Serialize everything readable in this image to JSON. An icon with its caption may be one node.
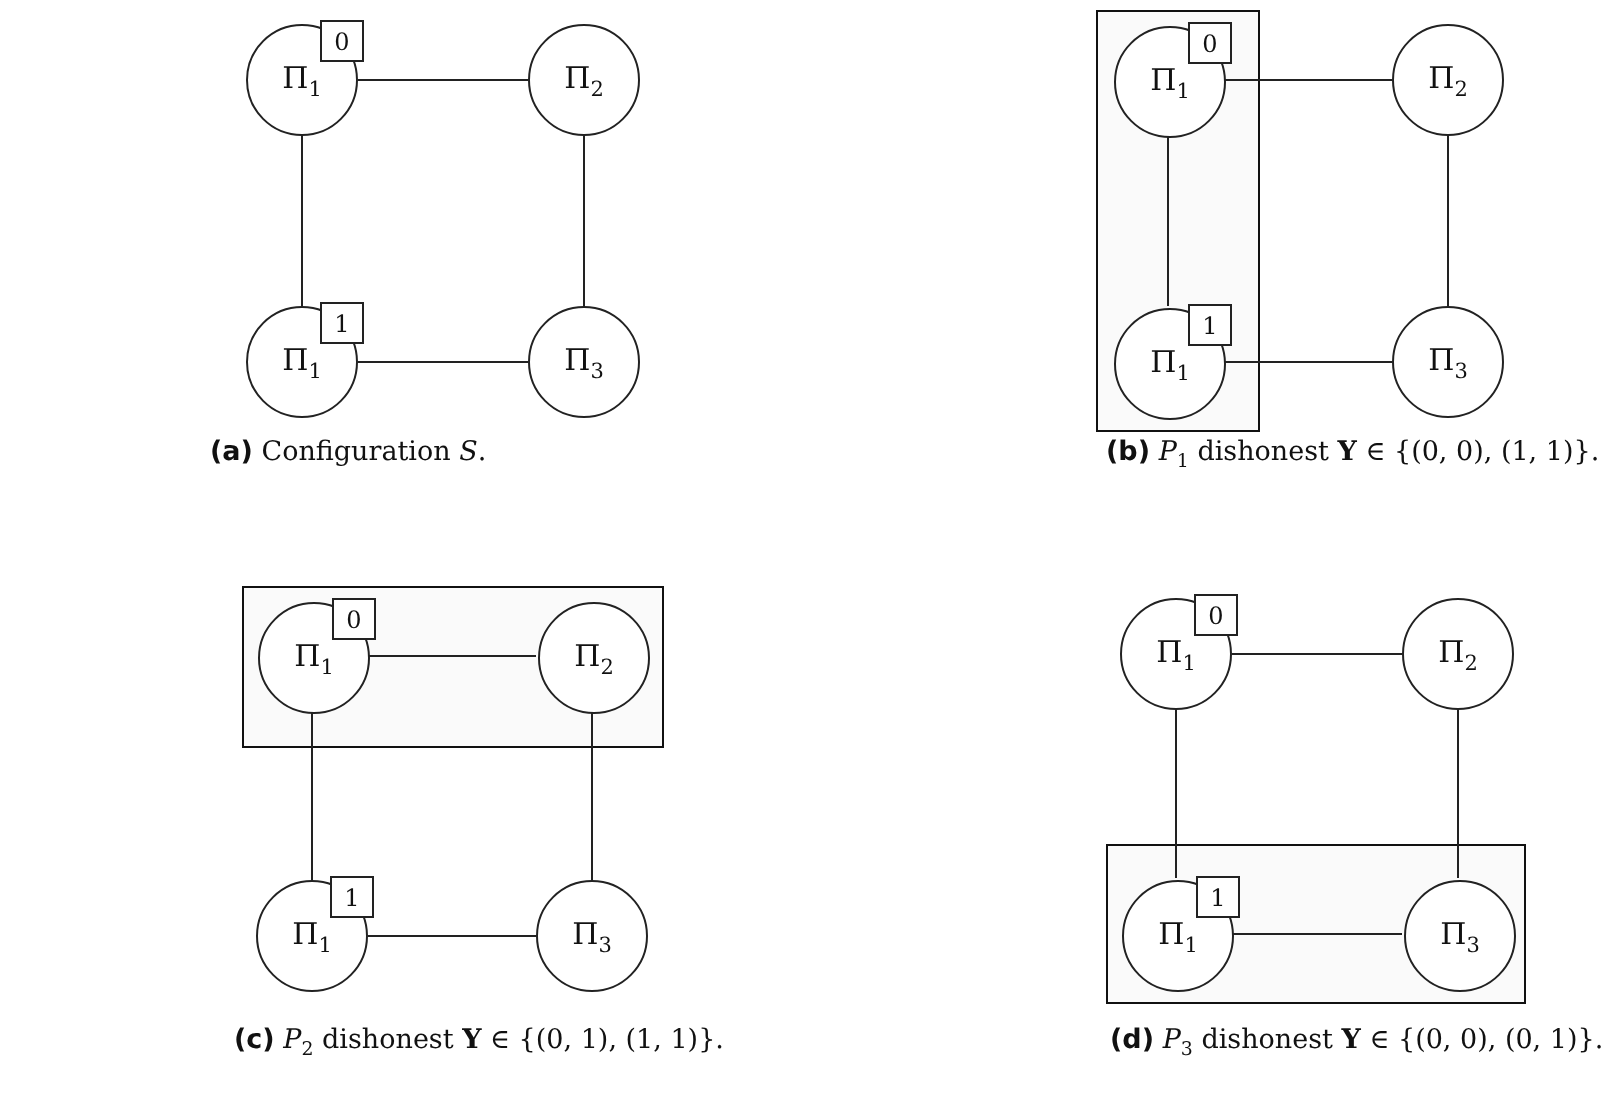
{
  "diagram": {
    "nodes": [
      {
        "text": [
          "Π$_{1}$"
        ]
      },
      {
        "text": [
          "0"
        ]
      },
      {
        "text": [
          "Π$_{2}$"
        ]
      },
      {
        "text": [
          "Π$_{1}$"
        ]
      },
      {
        "text": [
          "1"
        ]
      },
      {
        "text": [
          "Π$_{3}$"
        ]
      },
      {
        "text": [],
        "shape": "box"
      },
      {
        "text": [
          "Π$_{1}$"
        ],
        "in": 6
      },
      {
        "text": [
          "0"
        ],
        "in": 6
      },
      {
        "text": [
          "Π$_{2}$"
        ]
      },
      {
        "text": [
          "Π$_{1}$"
        ],
        "in": 6
      },
      {
        "text": [
          "1"
        ],
        "in": 6
      },
      {
        "text": [
          "Π$_{3}$"
        ]
      },
      {
        "text": [],
        "shape": "box"
      },
      {
        "text": [
          "Π$_{1}$"
        ],
        "in": 13
      },
      {
        "text": [
          "0"
        ],
        "in": 13
      },
      {
        "text": [
          "Π$_{2}$"
        ],
        "in": 13
      },
      {
        "text": [
          "Π$_{1}$"
        ]
      },
      {
        "text": [
          "1"
        ]
      },
      {
        "text": [
          "Π$_{3}$"
        ]
      },
      {
        "text": [],
        "shape": "box"
      },
      {
        "text": [
          "Π$_{1}$"
        ]
      },
      {
        "text": [
          "0"
        ]
      },
      {
        "text": [
          "Π$_{2}$"
        ]
      },
      {
        "text": [
          "Π$_{1}$"
        ],
        "in": 20
      },
      {
        "text": [
          "1"
        ],
        "in": 20
      },
      {
        "text": [
          "Π$_{3}$"
        ],
        "in": 20
      }
    ],
    "edges": [
      {
        "from": 0,
        "to": 2,
        "arrow": "none"
      },
      {
        "from": 0,
        "to": 3,
        "arrow": "none"
      },
      {
        "from": 2,
        "to": 5,
        "arrow": "none"
      },
      {
        "from": 3,
        "to": 5,
        "arrow": "none"
      },
      {
        "from": 7,
        "to": 9,
        "arrow": "none"
      },
      {
        "from": 7,
        "to": 10,
        "arrow": "none"
      },
      {
        "from": 9,
        "to": 12,
        "arrow": "none"
      },
      {
        "from": 10,
        "to": 12,
        "arrow": "none"
      },
      {
        "from": 14,
        "to": 16,
        "arrow": "none"
      },
      {
        "from": 14,
        "to": 17,
        "arrow": "none"
      },
      {
        "from": 16,
        "to": 19,
        "arrow": "none"
      },
      {
        "from": 17,
        "to": 19,
        "arrow": "none"
      },
      {
        "from": 21,
        "to": 23,
        "arrow": "none"
      },
      {
        "from": 21,
        "to": 24,
        "arrow": "none"
      },
      {
        "from": 23,
        "to": 26,
        "arrow": "none"
      },
      {
        "from": 24,
        "to": 26,
        "arrow": "none"
      }
    ],
    "labels": [
      "**(a)** Configuration *S*.",
      "**(b)** *P*$_{1}$ dishonest **Y** ∈ {(0, 0), (1, 1)}.",
      "**(c)** *P*$_{2}$ dishonest **Y** ∈ {(0, 1), (1, 1)}.",
      "**(d)** *P*$_{3}$ dishonest **Y** ∈ {(0, 0), (0, 1)}."
    ]
  }
}
